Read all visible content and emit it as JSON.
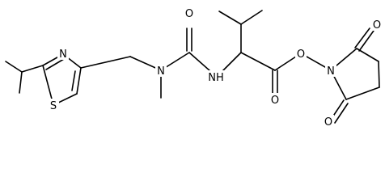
{
  "molecule": {
    "atoms": {
      "n_thiazole": "N",
      "s_thiazole": "S",
      "n_methyl": "N",
      "o_urea": "O",
      "nh": "NH",
      "o_ester_carbonyl": "O",
      "o_ester": "O",
      "n_succinimide": "N",
      "o_succinimide_top": "O",
      "o_succinimide_bottom": "O"
    }
  }
}
